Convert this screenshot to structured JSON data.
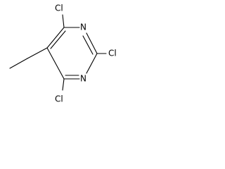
{
  "molecule": {
    "atoms": {
      "cl_top": "Cl",
      "cl_right": "Cl",
      "cl_bottom": "Cl",
      "n_top": "N",
      "n_bottom": "N"
    },
    "colors": {
      "bond": "#000000",
      "label": "#000000",
      "background": "#ffffff"
    }
  }
}
